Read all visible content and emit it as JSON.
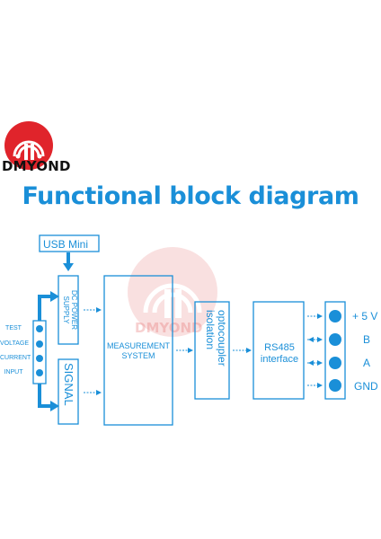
{
  "brand": {
    "logo_text": "DMYOND",
    "watermark_text": "DMYOND",
    "logo_color": "#e0242b"
  },
  "title": "Functional block diagram",
  "accent_color": "#1a8fd8",
  "blocks": {
    "usb": "USB Mini",
    "dc_power": "DC POWER SUPPLY",
    "signal": "SIGNAL",
    "measurement": "MEASUREMENT SYSTEM",
    "optocoupler": "optocoupler isolation",
    "rs485": "RS485 interface"
  },
  "inputs": [
    "TEST",
    "VOLTAGE",
    "CURRENT",
    "INPUT"
  ],
  "outputs": [
    "+ 5 V",
    "B",
    "A",
    "GND"
  ]
}
